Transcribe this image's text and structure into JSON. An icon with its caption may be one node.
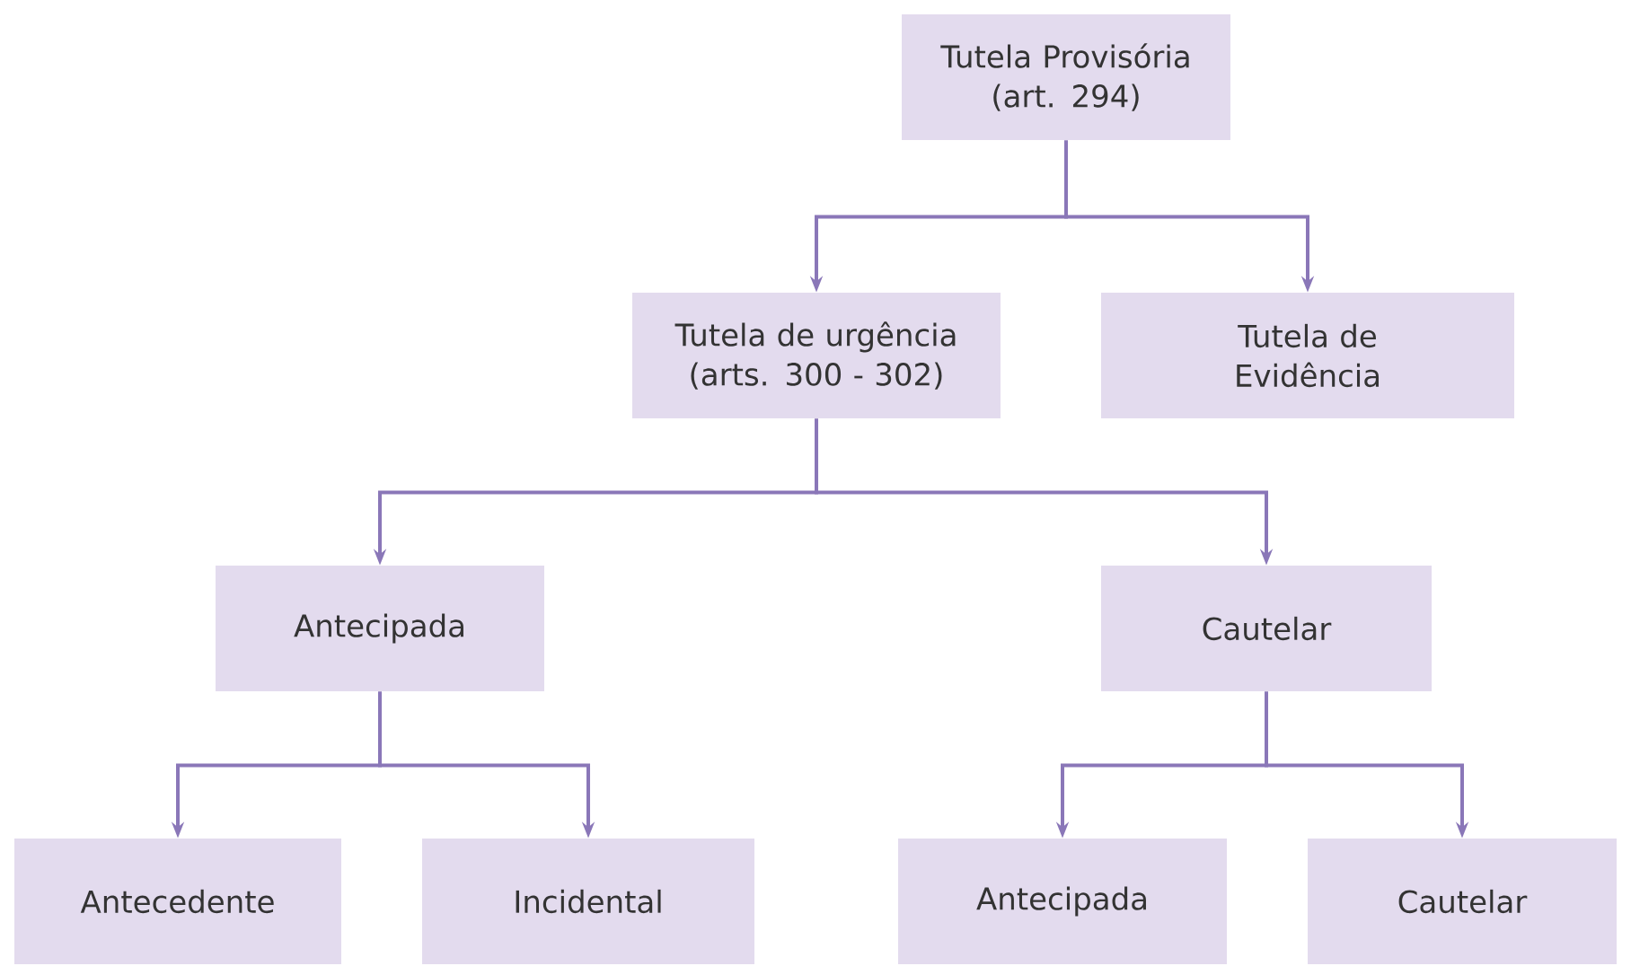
{
  "diagram": {
    "nodes": [
      {
        "text": [
          "Tutela Provisória (art. 294)"
        ]
      },
      {
        "text": [
          "Tutela de urgência (arts. 300 - 302)"
        ]
      },
      {
        "text": [
          "Tutela de Evidência"
        ]
      },
      {
        "text": [
          "Antecipada"
        ]
      },
      {
        "text": [
          "Cautelar"
        ]
      },
      {
        "text": [
          "Antecedente"
        ]
      },
      {
        "text": [
          "Incidental"
        ]
      },
      {
        "text": [
          "Antecipada"
        ]
      },
      {
        "text": [
          "Cautelar"
        ]
      }
    ],
    "edges": [
      {
        "from": 0,
        "to": 1,
        "arrow": "to"
      },
      {
        "from": 0,
        "to": 2,
        "arrow": "to"
      },
      {
        "from": 1,
        "to": 3,
        "arrow": "to"
      },
      {
        "from": 1,
        "to": 4,
        "arrow": "to"
      },
      {
        "from": 3,
        "to": 5,
        "arrow": "to"
      },
      {
        "from": 3,
        "to": 6,
        "arrow": "to"
      },
      {
        "from": 4,
        "to": 7,
        "arrow": "to"
      },
      {
        "from": 4,
        "to": 8,
        "arrow": "to"
      }
    ]
  }
}
